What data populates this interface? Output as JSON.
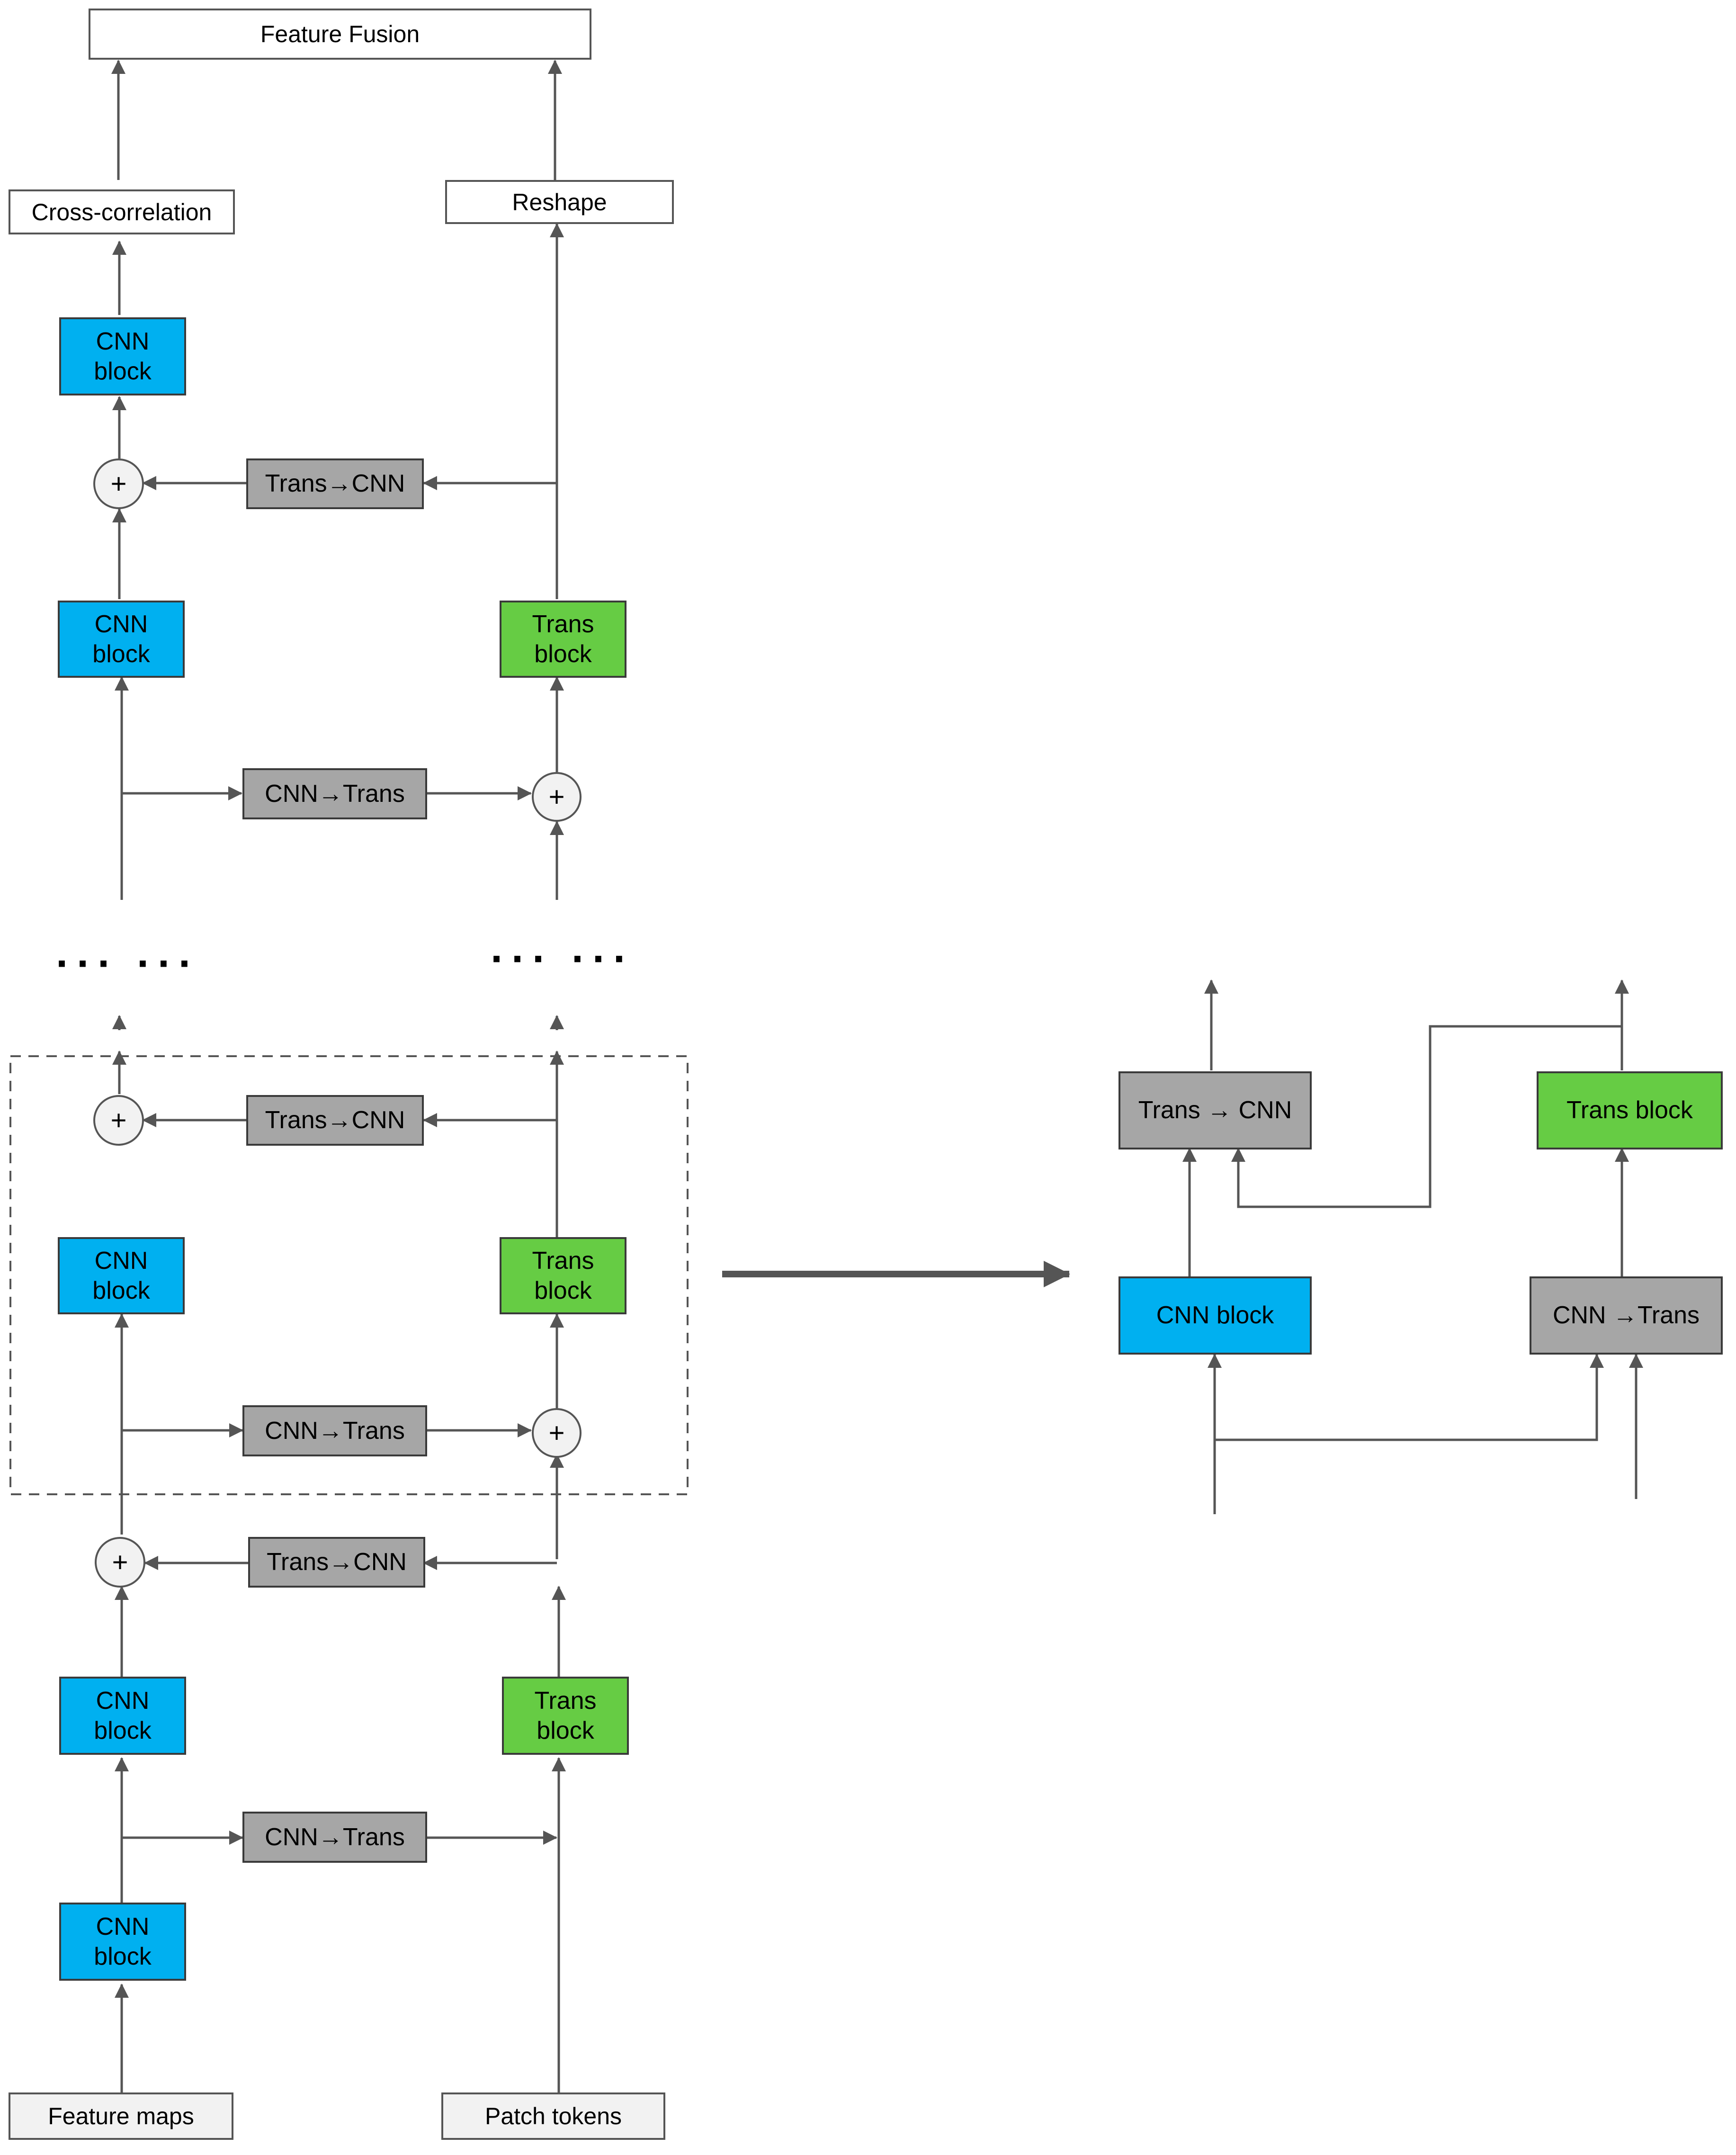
{
  "fusion": "Feature Fusion",
  "cross": "Cross-correlation",
  "reshape": "Reshape",
  "cnn_block": "CNN\nblock",
  "trans_block": "Trans\nblock",
  "t2c": "Trans→CNN",
  "c2t": "CNN→Trans",
  "plus": "+",
  "dots": "··· ···",
  "feature_maps": "Feature maps",
  "patch_tokens": "Patch tokens",
  "detail": {
    "t2c": "Trans → CNN",
    "trans_block": "Trans block",
    "cnn_block": "CNN block",
    "c2t": "CNN →Trans"
  }
}
